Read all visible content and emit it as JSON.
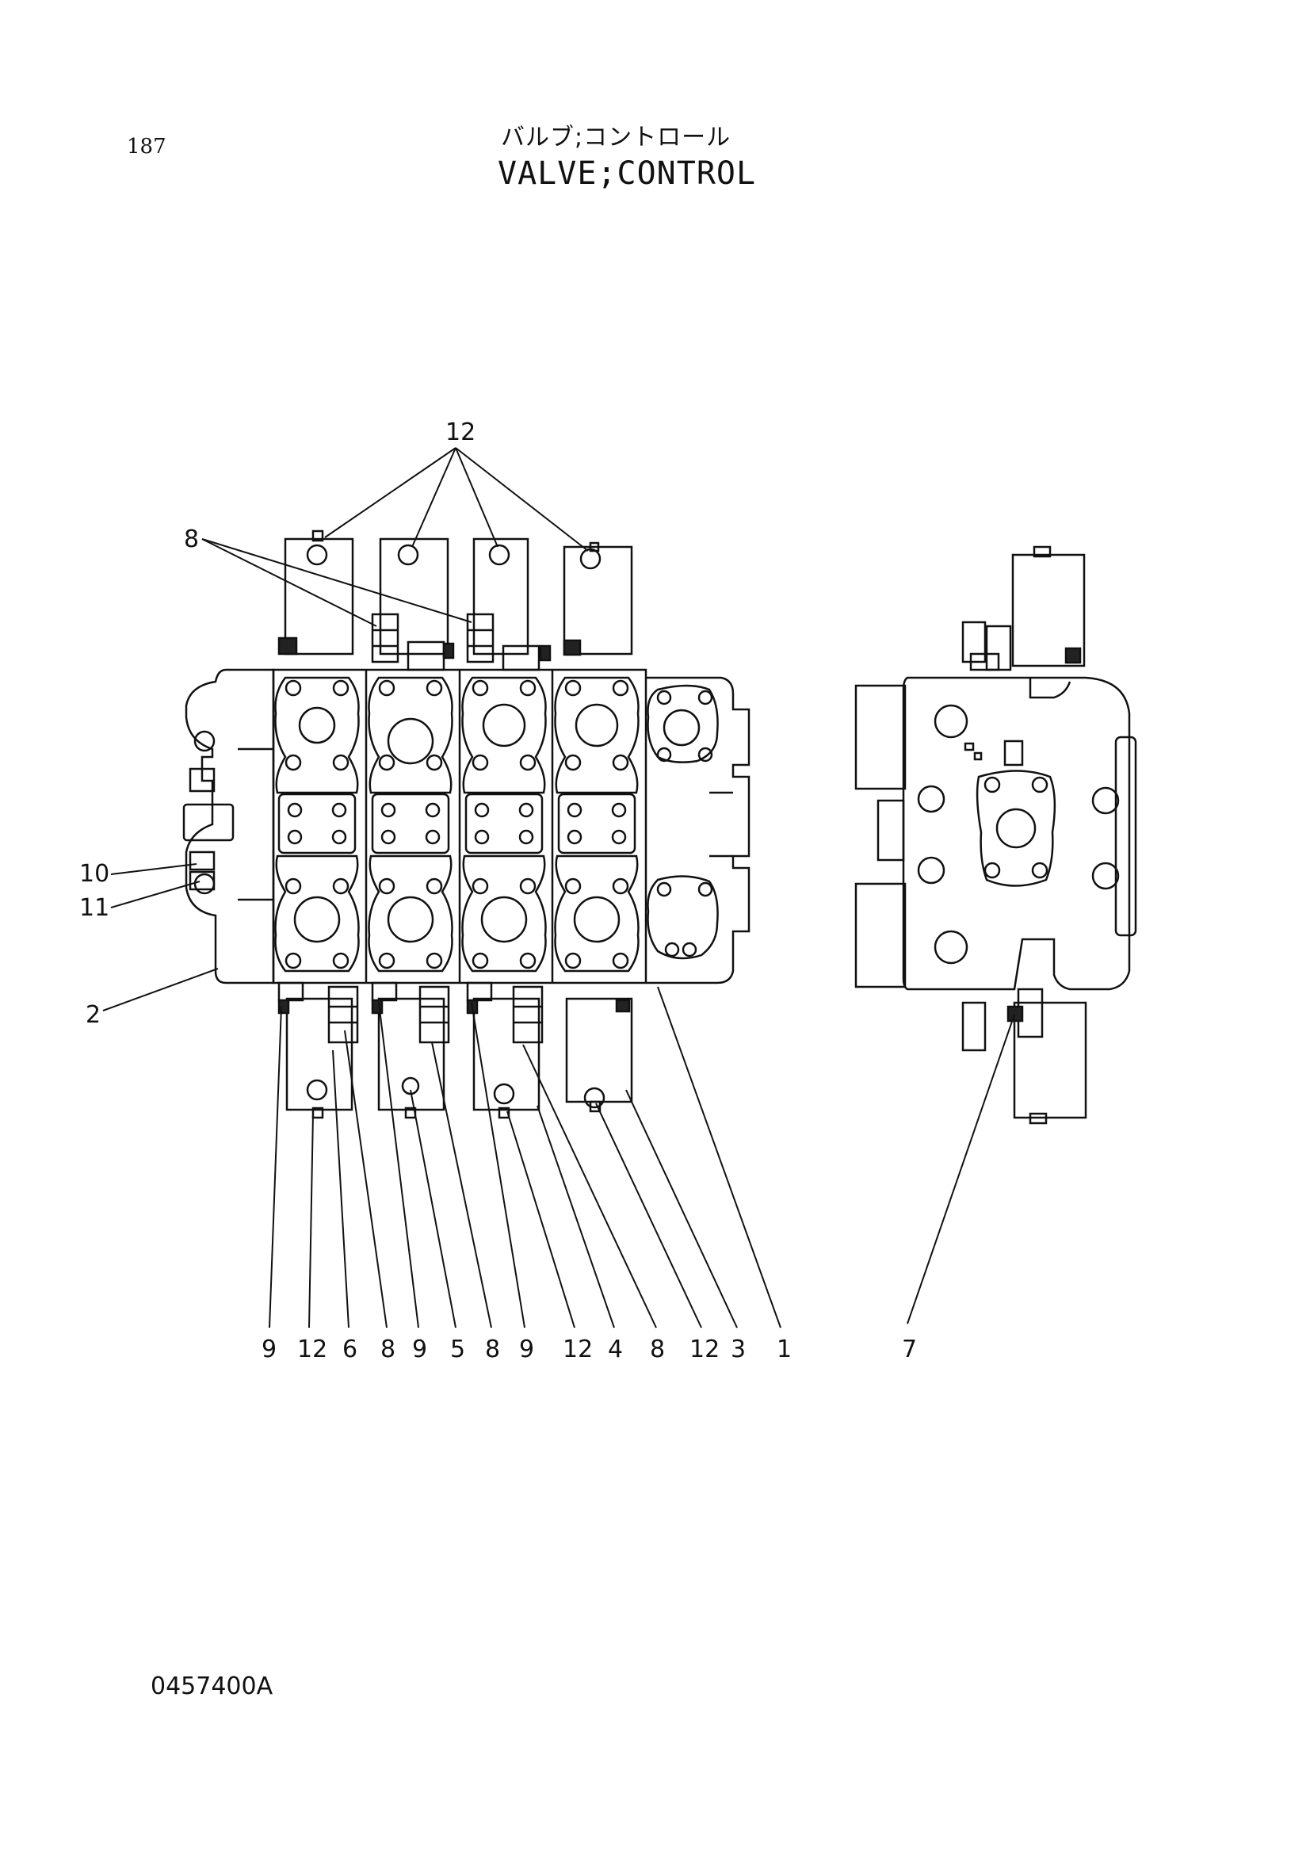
{
  "page_number": "187",
  "title_jp": "バルブ;コントロール",
  "title_en": "VALVE;CONTROL",
  "figure_code": "0457400A",
  "callouts": {
    "top_12": "12",
    "left_8": "8",
    "left_10": "10",
    "left_11": "11",
    "left_2": "2",
    "bottom": [
      "9",
      "12",
      "6",
      "8",
      "9",
      "5",
      "8",
      "9",
      "12",
      "4",
      "8",
      "12",
      "3",
      "1"
    ],
    "side_7": "7"
  }
}
